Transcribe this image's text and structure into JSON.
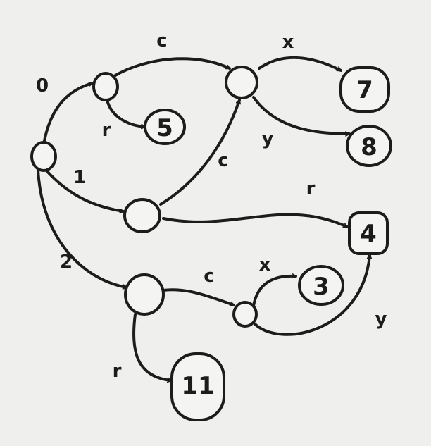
{
  "diagram": {
    "nodes": [
      {
        "id": "root"
      },
      {
        "id": "n0"
      },
      {
        "id": "n1"
      },
      {
        "id": "n2"
      },
      {
        "id": "top"
      },
      {
        "id": "m"
      },
      {
        "id": "t5",
        "label": "5"
      },
      {
        "id": "t7",
        "label": "7"
      },
      {
        "id": "t8",
        "label": "8"
      },
      {
        "id": "t4",
        "label": "4"
      },
      {
        "id": "t3",
        "label": "3"
      },
      {
        "id": "t11",
        "label": "11"
      }
    ],
    "edges": [
      {
        "id": "e-root-n0",
        "label": "0"
      },
      {
        "id": "e-root-n1",
        "label": "1"
      },
      {
        "id": "e-root-n2",
        "label": "2"
      },
      {
        "id": "e-n0-top",
        "label": "c"
      },
      {
        "id": "e-n0-5",
        "label": "r"
      },
      {
        "id": "e-n1-top",
        "label": "c"
      },
      {
        "id": "e-n1-4",
        "label": "r"
      },
      {
        "id": "e-top-7",
        "label": "x"
      },
      {
        "id": "e-top-8",
        "label": "y"
      },
      {
        "id": "e-n2-m",
        "label": "c"
      },
      {
        "id": "e-n2-11",
        "label": "r"
      },
      {
        "id": "e-m-3",
        "label": "x"
      },
      {
        "id": "e-m-4",
        "label": "y"
      }
    ]
  }
}
